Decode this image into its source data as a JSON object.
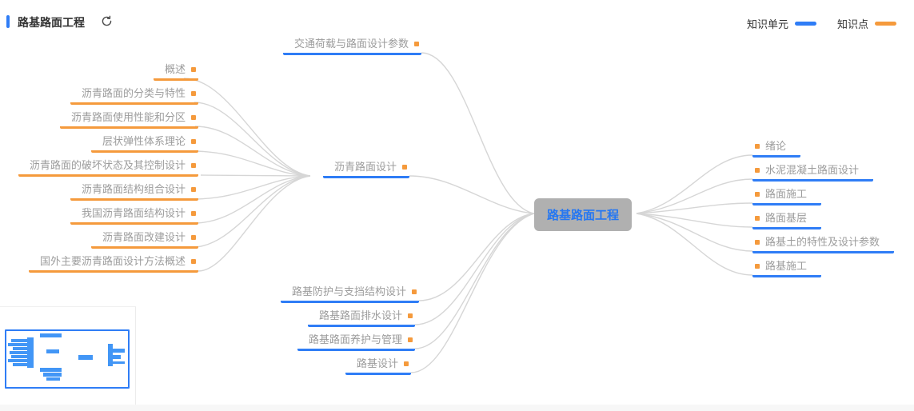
{
  "header": {
    "title": "路基路面工程",
    "refresh_icon": "circular-arrow"
  },
  "legend": {
    "knowledge_unit_label": "知识单元",
    "knowledge_point_label": "知识点",
    "knowledge_unit_color": "#2f7df6",
    "knowledge_point_color": "#f59a3c"
  },
  "mindmap": {
    "root": "路基路面工程",
    "traffic_node": "交通荷载与路面设计参数",
    "asphalt_node": "沥青路面设计",
    "asphalt_children": [
      "概述",
      "沥青路面的分类与特性",
      "沥青路面使用性能和分区",
      "层状弹性体系理论",
      "沥青路面的破坏状态及其控制设计",
      "沥青路面结构组合设计",
      "我国沥青路面结构设计",
      "沥青路面改建设计",
      "国外主要沥青路面设计方法概述"
    ],
    "bottom_nodes": [
      "路基防护与支挡结构设计",
      "路基路面排水设计",
      "路基路面养护与管理",
      "路基设计"
    ],
    "right_nodes": [
      "绪论",
      "水泥混凝土路面设计",
      "路面施工",
      "路面基层",
      "路基土的特性及设计参数",
      "路基施工"
    ]
  }
}
